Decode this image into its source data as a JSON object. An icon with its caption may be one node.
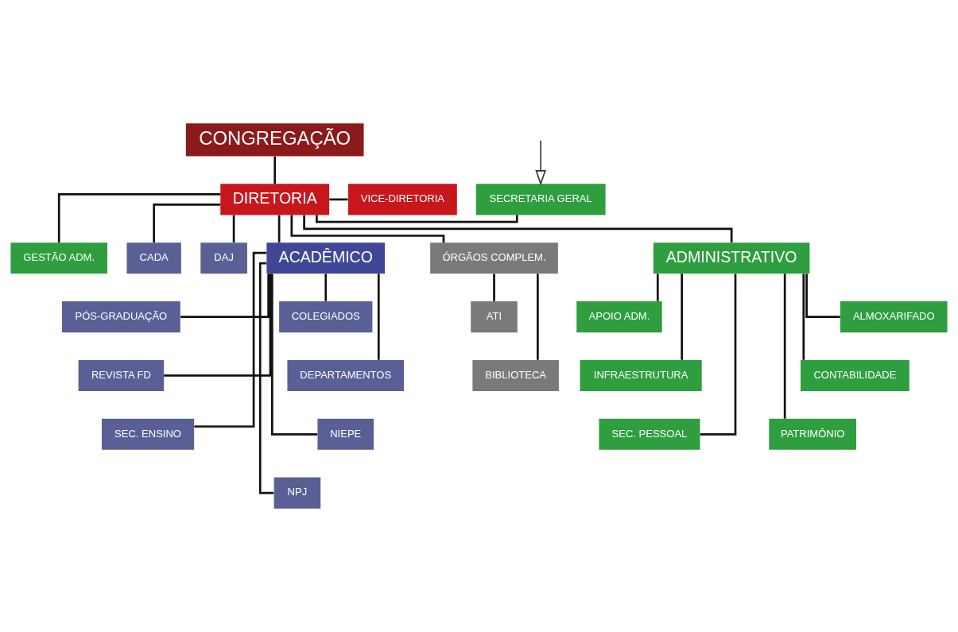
{
  "diagram": {
    "nodes": [
      {
        "text": [
          "CONGREGAÇÃO"
        ]
      },
      {
        "text": [
          "DIRETORIA"
        ]
      },
      {
        "text": [
          "VICE-DIRETORIA"
        ]
      },
      {
        "text": [
          "SECRETARIA GERAL"
        ]
      },
      {
        "text": [
          "GESTÃO ADM."
        ]
      },
      {
        "text": [
          "CADA"
        ]
      },
      {
        "text": [
          "DAJ"
        ]
      },
      {
        "text": [
          "ACADÊMICO"
        ]
      },
      {
        "text": [
          "ÓRGÃOS COMPLEM."
        ]
      },
      {
        "text": [
          "ADMINISTRATIVO"
        ]
      },
      {
        "text": [
          "COLEGIADOS"
        ]
      },
      {
        "text": [
          "PÓS-GRADUAÇÃO"
        ]
      },
      {
        "text": [
          "DEPARTAMENTOS"
        ]
      },
      {
        "text": [
          "REVISTA FD"
        ]
      },
      {
        "text": [
          "NIEPE"
        ]
      },
      {
        "text": [
          "SEC. ENSINO"
        ]
      },
      {
        "text": [
          "NPJ"
        ]
      },
      {
        "text": [
          "ATI"
        ]
      },
      {
        "text": [
          "BIBLIOTECA"
        ]
      },
      {
        "text": [
          "ALMOXARIFADO"
        ]
      },
      {
        "text": [
          "APOIO ADM."
        ]
      },
      {
        "text": [
          "CONTABILIDADE"
        ]
      },
      {
        "text": [
          "INFRAESTRUTURA"
        ]
      },
      {
        "text": [
          "PATRIMÔNIO"
        ]
      },
      {
        "text": [
          "SEC. PESSOAL"
        ]
      }
    ],
    "edges": [
      {
        "from": 0,
        "to": 1,
        "arrow": "none"
      },
      {
        "from": 1,
        "to": 2,
        "arrow": "none"
      },
      {
        "from": 1,
        "to": 3,
        "arrow": "none"
      },
      {
        "from": 1,
        "to": 4,
        "arrow": "none"
      },
      {
        "from": 1,
        "to": 5,
        "arrow": "none"
      },
      {
        "from": 1,
        "to": 6,
        "arrow": "none"
      },
      {
        "from": 1,
        "to": 7,
        "arrow": "none"
      },
      {
        "from": 1,
        "to": 8,
        "arrow": "none"
      },
      {
        "from": 1,
        "to": 9,
        "arrow": "none"
      },
      {
        "from": 7,
        "to": 10,
        "arrow": "none"
      },
      {
        "from": 7,
        "to": 11,
        "arrow": "none"
      },
      {
        "from": 7,
        "to": 12,
        "arrow": "none"
      },
      {
        "from": 7,
        "to": 13,
        "arrow": "none"
      },
      {
        "from": 7,
        "to": 14,
        "arrow": "none"
      },
      {
        "from": 7,
        "to": 15,
        "arrow": "none"
      },
      {
        "from": 7,
        "to": 16,
        "arrow": "none"
      },
      {
        "from": 8,
        "to": 17,
        "arrow": "none"
      },
      {
        "from": 8,
        "to": 18,
        "arrow": "none"
      },
      {
        "from": 9,
        "to": 19,
        "arrow": "none"
      },
      {
        "from": 9,
        "to": 20,
        "arrow": "none"
      },
      {
        "from": 9,
        "to": 21,
        "arrow": "none"
      },
      {
        "from": 9,
        "to": 22,
        "arrow": "none"
      },
      {
        "from": 9,
        "to": 23,
        "arrow": "none"
      },
      {
        "from": 9,
        "to": 24,
        "arrow": "none"
      },
      {
        "from": null,
        "to": 3,
        "arrow": "to"
      }
    ]
  }
}
